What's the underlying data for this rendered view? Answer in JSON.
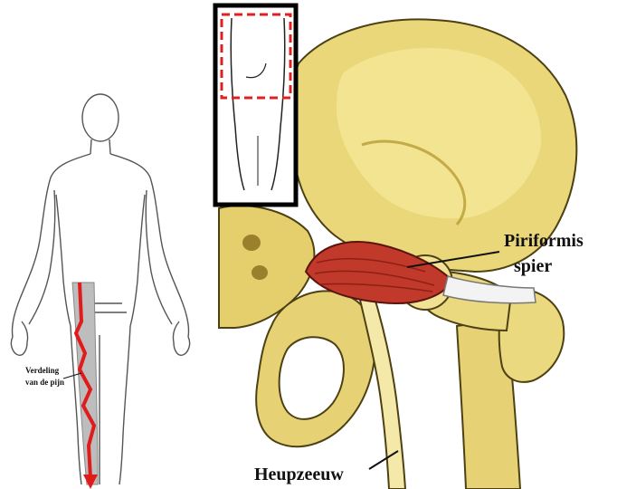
{
  "labels": {
    "piriformis_line1": "Piriformis",
    "piriformis_line2": "spier",
    "sciatic": "Heupzeeuw",
    "pain_line1": "Verdeling",
    "pain_line2": "van de pijn"
  },
  "colors": {
    "bone_fill": "#e9d77a",
    "bone_highlight": "#f6ea9c",
    "bone_shadow": "#b79c35",
    "bone_outline": "#4d4114",
    "muscle": "#c0392b",
    "muscle_dark": "#8e1f14",
    "pain_zone": "#bdbdbd",
    "pain_arrow": "#e01b1b",
    "inset_dashed_box": "#e02020",
    "inset_frame": "#000000"
  },
  "icons": {
    "body_figure": "human-back-outline",
    "pain_arrow": "zigzag-arrow"
  }
}
